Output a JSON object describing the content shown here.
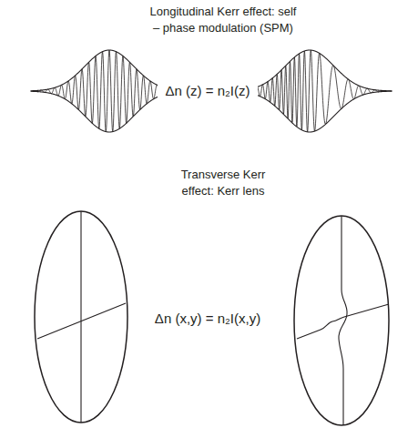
{
  "diagram": {
    "labels": [
      "Longitudinal Kerr effect: self – phase modulation (SPM)",
      "Δn (z) = n₂I(z)",
      "Transverse Kerr effect: Kerr lens",
      "Δn (x,y) = n₂I(x,y)"
    ]
  }
}
